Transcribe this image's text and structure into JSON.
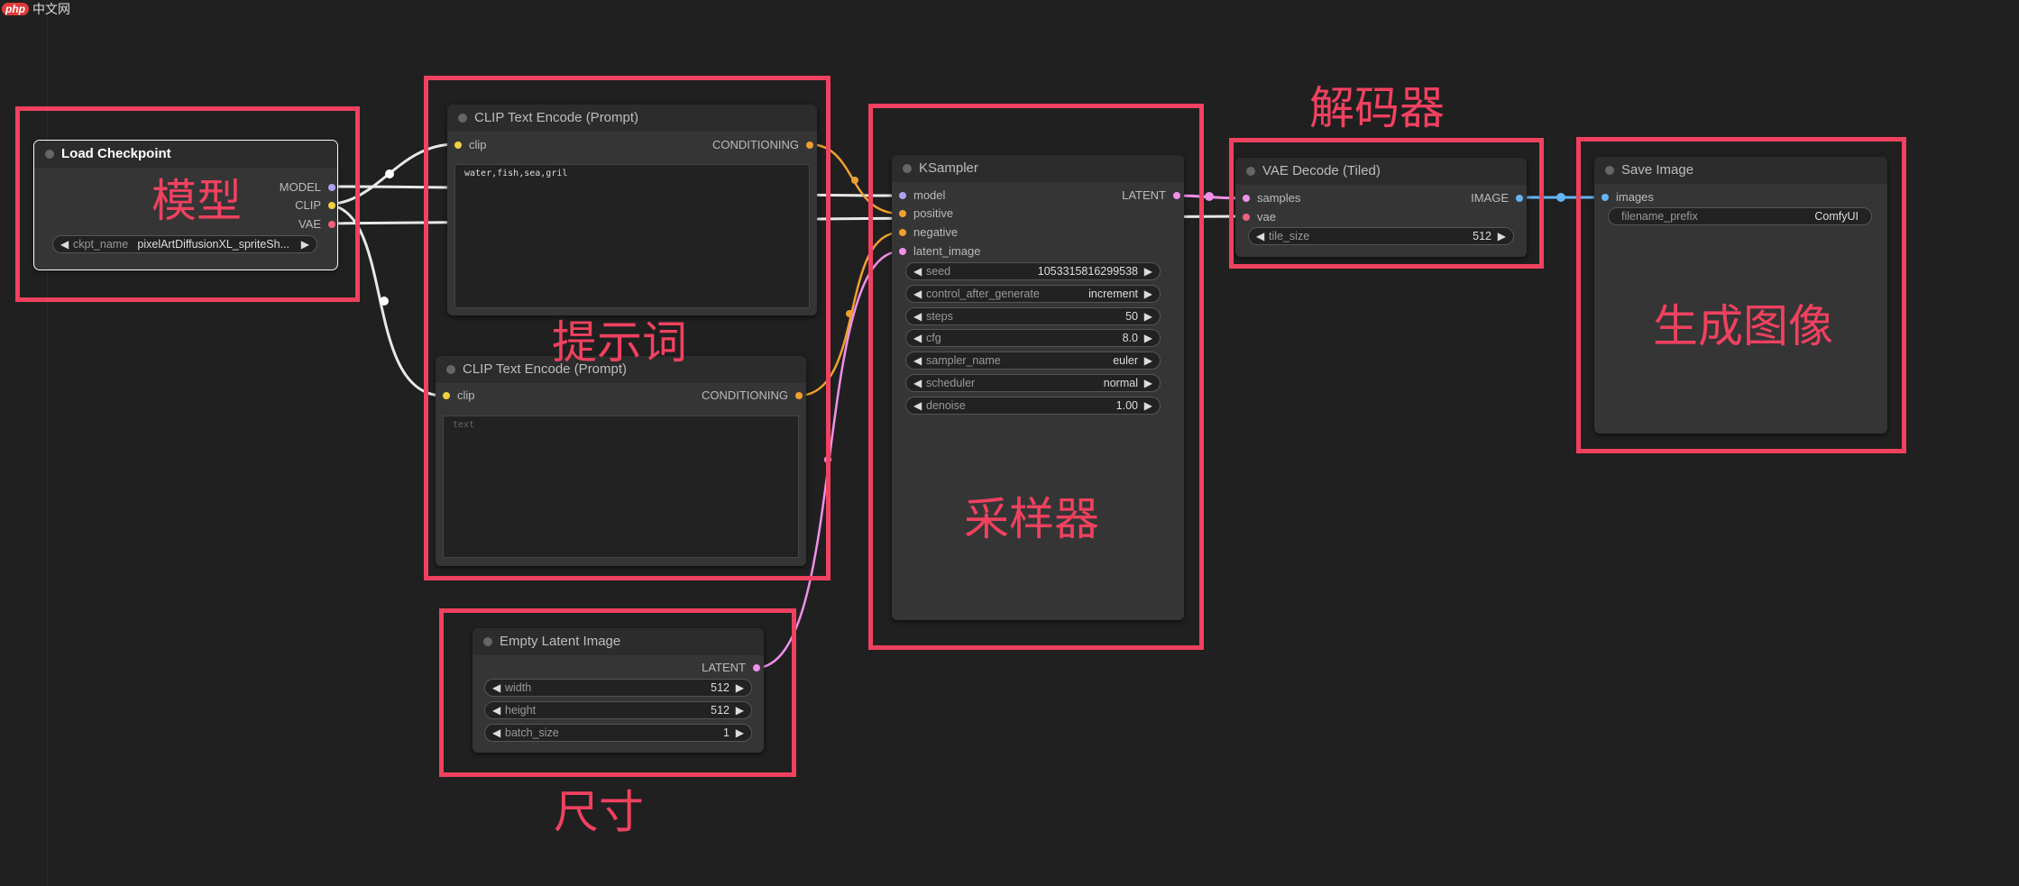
{
  "watermark": {
    "badge": "php",
    "text": "中文网"
  },
  "annotations": {
    "model": "模型",
    "prompt": "提示词",
    "sampler": "采样器",
    "decoder": "解码器",
    "output": "生成图像",
    "size": "尺寸"
  },
  "colors": {
    "highlight": "#f0415f",
    "wire_model": "#e8e8e8",
    "wire_conditioning": "#f0a030",
    "wire_latent": "#f090e8",
    "wire_image": "#64b5f6"
  },
  "nodes": {
    "load_checkpoint": {
      "title": "Load Checkpoint",
      "outputs": [
        "MODEL",
        "CLIP",
        "VAE"
      ],
      "ckpt_label": "ckpt_name",
      "ckpt_value": "pixelArtDiffusionXL_spriteSh..."
    },
    "clip_encode_pos": {
      "title": "CLIP Text Encode (Prompt)",
      "input": "clip",
      "output": "CONDITIONING",
      "text": "water,fish,sea,gril"
    },
    "clip_encode_neg": {
      "title": "CLIP Text Encode (Prompt)",
      "input": "clip",
      "output": "CONDITIONING",
      "placeholder": "text"
    },
    "empty_latent": {
      "title": "Empty Latent Image",
      "output": "LATENT",
      "widgets": [
        {
          "label": "width",
          "value": "512"
        },
        {
          "label": "height",
          "value": "512"
        },
        {
          "label": "batch_size",
          "value": "1"
        }
      ]
    },
    "ksampler": {
      "title": "KSampler",
      "inputs": [
        "model",
        "positive",
        "negative",
        "latent_image"
      ],
      "output": "LATENT",
      "widgets": [
        {
          "label": "seed",
          "value": "1053315816299538"
        },
        {
          "label": "control_after_generate",
          "value": "increment"
        },
        {
          "label": "steps",
          "value": "50"
        },
        {
          "label": "cfg",
          "value": "8.0"
        },
        {
          "label": "sampler_name",
          "value": "euler"
        },
        {
          "label": "scheduler",
          "value": "normal"
        },
        {
          "label": "denoise",
          "value": "1.00"
        }
      ]
    },
    "vae_decode": {
      "title": "VAE Decode (Tiled)",
      "inputs": [
        "samples",
        "vae"
      ],
      "output": "IMAGE",
      "tile_label": "tile_size",
      "tile_value": "512"
    },
    "save_image": {
      "title": "Save Image",
      "input": "images",
      "prefix_label": "filename_prefix",
      "prefix_value": "ComfyUI"
    }
  }
}
